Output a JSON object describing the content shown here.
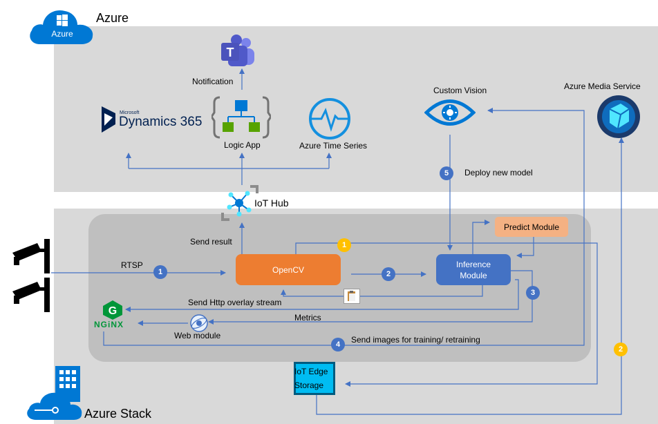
{
  "zones": {
    "azure_title": "Azure",
    "azure_cloud_label": "Azure",
    "stack_title": "Azure Stack"
  },
  "services": {
    "notification": "Notification",
    "logic_app": "Logic App",
    "dynamics_small": "Microsoft",
    "dynamics": "Dynamics 365",
    "time_series": "Azure Time Series",
    "custom_vision": "Custom Vision",
    "media_service": "Azure Media Service",
    "iot_hub": "IoT Hub"
  },
  "modules": {
    "opencv": "OpenCV",
    "inference_line1": "Inference",
    "inference_line2": "Module",
    "predict": "Predict Module",
    "web_module": "Web module",
    "nginx": "NGiNX",
    "storage_line1": "IoT Edge",
    "storage_line2": "Storage"
  },
  "flows": {
    "rtsp": "RTSP",
    "send_result": "Send result",
    "deploy": "Deploy new model",
    "overlay": "Send Http overlay stream",
    "metrics": "Metrics",
    "training": "Send images for training/ retraining"
  },
  "badges": {
    "b1": "1",
    "b2": "2",
    "b3": "3",
    "b4": "4",
    "b5": "5",
    "y1": "1",
    "y2": "2"
  },
  "colors": {
    "azure_zone": "#d9d9d9",
    "edge_zone": "#bfbfbf",
    "opencv": "#ed7d31",
    "inference": "#4472c4",
    "predict": "#f4b183",
    "badge_blue": "#4472c4",
    "badge_yellow": "#ffc000",
    "line": "#4472c4"
  },
  "icons": [
    "azure-cloud-icon",
    "teams-icon",
    "logic-app-icon",
    "dynamics-icon",
    "time-series-icon",
    "custom-vision-icon",
    "media-service-icon",
    "iot-hub-icon",
    "camera-icon",
    "nginx-icon",
    "web-module-icon",
    "clipboard-icon",
    "building-icon",
    "azure-stack-cloud-icon",
    "storage-icon"
  ]
}
